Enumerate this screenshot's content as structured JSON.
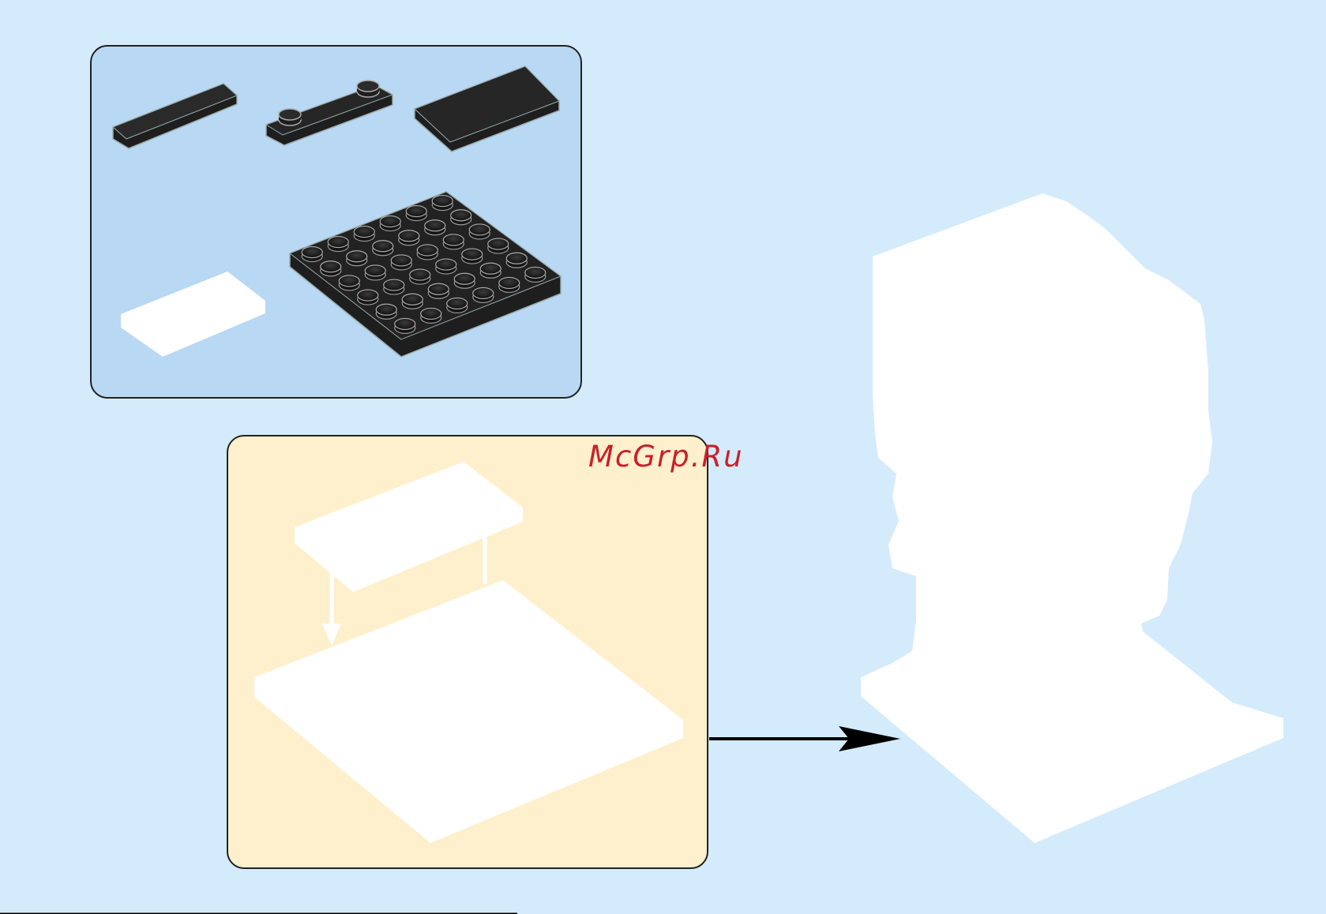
{
  "watermark": {
    "text": "McGrp.Ru",
    "color": "#c8202a"
  },
  "colors": {
    "background": "#d4ebfb",
    "parts_panel": "#b8d8f3",
    "step_panel": "#fff0cd",
    "brick_black": "#1e1e1e",
    "brick_white": "#ffffff",
    "border": "#222222"
  },
  "parts": [
    {
      "name": "black-tile-1x4",
      "color": "black"
    },
    {
      "name": "black-plate-1x4-two-studs",
      "color": "black"
    },
    {
      "name": "black-tile-2x4",
      "color": "black"
    },
    {
      "name": "white-tile-2x4",
      "color": "white"
    },
    {
      "name": "black-plate-6x6",
      "color": "black"
    }
  ],
  "icons": [
    "down-arrow-icon",
    "right-arrow-icon"
  ]
}
